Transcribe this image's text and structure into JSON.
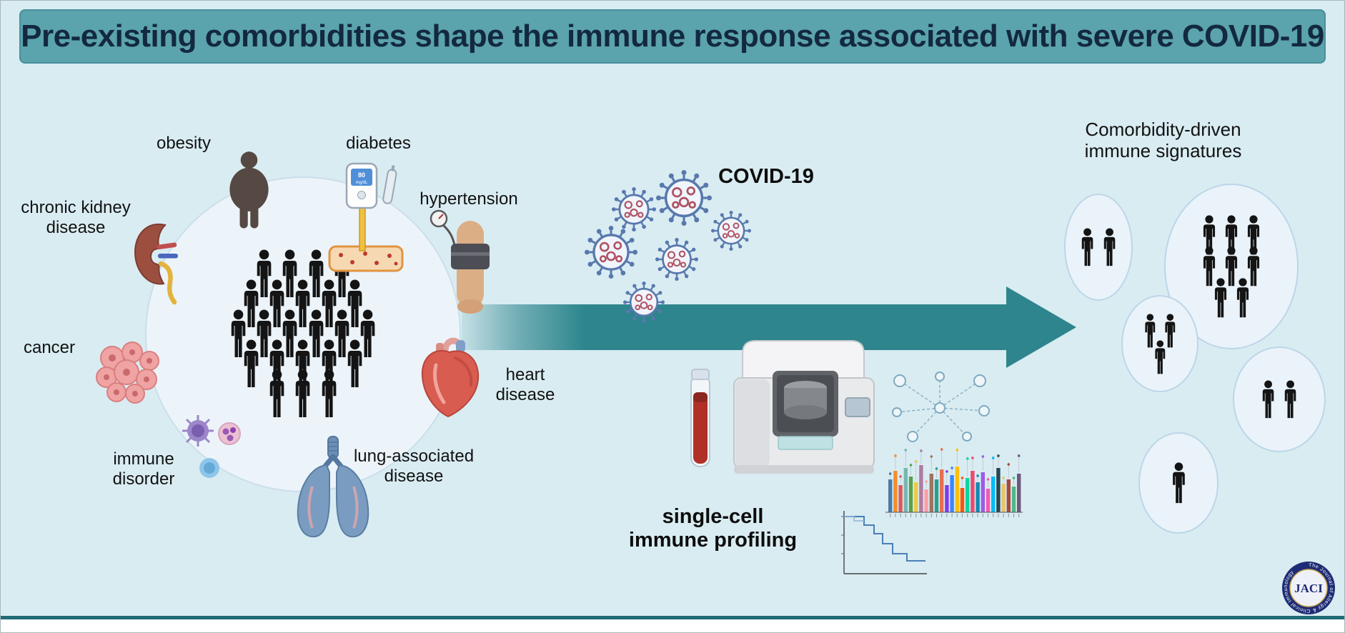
{
  "title": "Pre-existing comorbidities shape the immune response associated with severe COVID-19",
  "population": {
    "description": "crowd of patients with pre-existing comorbidities",
    "center_rows": [
      4,
      5,
      6,
      5,
      3
    ]
  },
  "comorbidities": {
    "obesity": {
      "label": "obesity",
      "icon": "obese-person-icon"
    },
    "diabetes": {
      "label": "diabetes",
      "icon": "glucose-meter-icon",
      "meter_reading": "80",
      "meter_units": "mg/dL"
    },
    "chronic_kidney_disease": {
      "label": "chronic kidney disease",
      "icon": "kidney-icon"
    },
    "hypertension": {
      "label": "hypertension",
      "icon": "blood-pressure-cuff-icon"
    },
    "cancer": {
      "label": "cancer",
      "icon": "tumor-cell-cluster-icon"
    },
    "immune_disorder": {
      "label": "immune disorder",
      "icon": "immune-cells-icon"
    },
    "heart_disease": {
      "label": "heart disease",
      "icon": "heart-icon"
    },
    "lung_associated_disease": {
      "label": "lung-associated disease",
      "icon": "lungs-icon"
    }
  },
  "exposure": {
    "label": "COVID-19",
    "icon": "coronavirus-icon",
    "particle_count": 6
  },
  "workflow": {
    "label": "single-cell immune profiling",
    "icons": [
      "blood-tube-icon",
      "single-cell-sequencer-icon",
      "network-plot-icon",
      "cluster-abundance-plot-icon",
      "survival-curve-icon"
    ]
  },
  "outcome": {
    "label": "Comorbidity-driven immune signatures",
    "clusters": [
      {
        "count": 2
      },
      {
        "count": 8
      },
      {
        "count": 3
      },
      {
        "count": 2
      },
      {
        "count": 1
      }
    ]
  },
  "logo": {
    "acronym": "JACI",
    "journal_name": "The Journal of Allergy & Clinical Immunology"
  },
  "colors": {
    "title_bar": "#5ba3ad",
    "background": "#d9ecf2",
    "arrow": "#2e858d",
    "person": "#141414",
    "title_text": "#13293f"
  }
}
